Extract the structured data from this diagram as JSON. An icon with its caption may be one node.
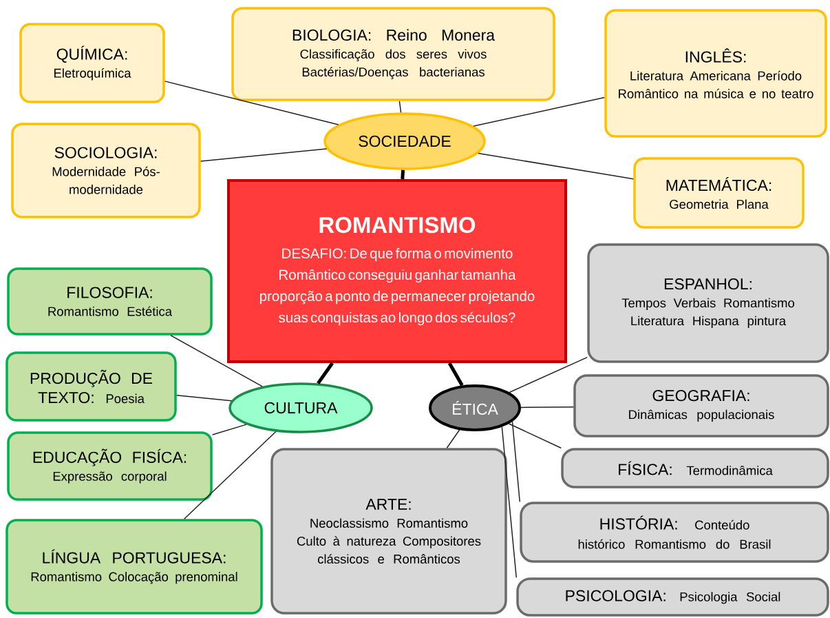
{
  "diagram": {
    "nodes": [
      {
        "text": [
          "ROMANTISMO",
          "DESAFIO: De que forma o movimento Romântico conseguiu ganhar tamanha proporção a ponto de permanecer projetando suas conquistas ao longo dos séculos?"
        ]
      },
      {
        "text": [
          "SOCIEDADE"
        ]
      },
      {
        "text": [
          "QUÍMICA:",
          "Eletroquímica"
        ]
      },
      {
        "text": [
          "BIOLOGIA: Reino Monera",
          "Classificação dos seres vivos Bactérias/Doenças bacterianas"
        ]
      },
      {
        "text": [
          "INGLÊS:",
          "Literatura Americana Período Romântico na música e no teatro"
        ]
      },
      {
        "text": [
          "SOCIOLOGIA:",
          "Modernidade Pós-modernidade"
        ]
      },
      {
        "text": [
          "MATEMÁTICA:",
          "Geometria Plana"
        ]
      },
      {
        "text": [
          "CULTURA"
        ]
      },
      {
        "text": [
          "ÉTICA"
        ]
      },
      {
        "text": [
          "FILOSOFIA:",
          "Romantismo Estética"
        ]
      },
      {
        "text": [
          "PRODUÇÃO DE TEXTO:",
          "Poesia"
        ]
      },
      {
        "text": [
          "EDUCAÇÃO FISÍCA:",
          "Expressão corporal"
        ]
      },
      {
        "text": [
          "LÍNGUA PORTUGUESA:",
          "Romantismo Colocação prenominal"
        ]
      },
      {
        "text": [
          "ARTE:",
          "Neoclassismo Romantismo Culto à natureza Compositores clássicos e Românticos"
        ]
      },
      {
        "text": [
          "ESPANHOL:",
          "Tempos Verbais Romantismo Literatura Hispana pintura"
        ]
      },
      {
        "text": [
          "GEOGRAFIA:",
          "Dinâmicas populacionais"
        ]
      },
      {
        "text": [
          "FÍSICA:",
          "Termodinâmica"
        ]
      },
      {
        "text": [
          "HISTÓRIA:",
          "Conteúdo histórico Romantismo do Brasil"
        ]
      },
      {
        "text": [
          "PSICOLOGIA:",
          "Psicologia Social"
        ]
      }
    ],
    "edges": [
      {
        "from": 0,
        "to": 1,
        "arrow": "none",
        "style": "thick"
      },
      {
        "from": 0,
        "to": 7,
        "arrow": "none",
        "style": "thick"
      },
      {
        "from": 0,
        "to": 8,
        "arrow": "none",
        "style": "thick"
      },
      {
        "from": 1,
        "to": 2,
        "arrow": "none"
      },
      {
        "from": 1,
        "to": 3,
        "arrow": "none"
      },
      {
        "from": 1,
        "to": 4,
        "arrow": "none"
      },
      {
        "from": 1,
        "to": 5,
        "arrow": "none"
      },
      {
        "from": 1,
        "to": 6,
        "arrow": "none"
      },
      {
        "from": 7,
        "to": 9,
        "arrow": "none"
      },
      {
        "from": 7,
        "to": 10,
        "arrow": "none"
      },
      {
        "from": 7,
        "to": 11,
        "arrow": "none"
      },
      {
        "from": 7,
        "to": 12,
        "arrow": "none"
      },
      {
        "from": 8,
        "to": 13,
        "arrow": "none"
      },
      {
        "from": 8,
        "to": 14,
        "arrow": "none"
      },
      {
        "from": 8,
        "to": 15,
        "arrow": "none"
      },
      {
        "from": 8,
        "to": 16,
        "arrow": "none"
      },
      {
        "from": 8,
        "to": 17,
        "arrow": "none"
      },
      {
        "from": 8,
        "to": 18,
        "arrow": "none"
      }
    ]
  }
}
